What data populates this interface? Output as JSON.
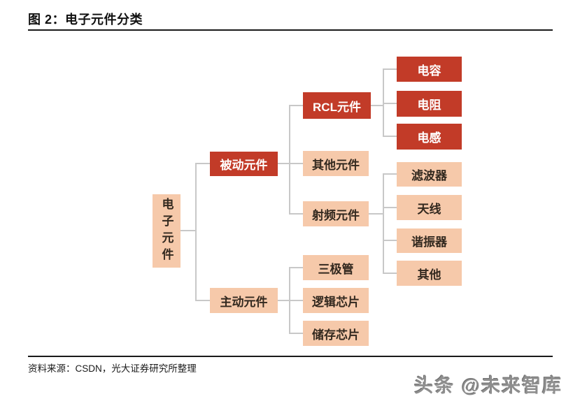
{
  "page": {
    "title": "图 2：电子元件分类",
    "source": "资料来源：CSDN，光大证券研究所整理",
    "watermark": "头条 @未来智库"
  },
  "colors": {
    "dark_red": "#C23B28",
    "peach": "#F6C9AA",
    "line_gray": "#C8C8C8",
    "text_on_red": "#FFFFFF",
    "text_on_peach": "#33291F",
    "rule_black": "#1A1A1A",
    "watermark_gray": "#8E8E8E"
  },
  "diagram": {
    "title": "电子元件分类",
    "nodes": [
      {
        "id": "root",
        "label": "电子元件",
        "variant": "peach",
        "parent": null
      },
      {
        "id": "passive",
        "label": "被动元件",
        "variant": "red",
        "parent": "root"
      },
      {
        "id": "active",
        "label": "主动元件",
        "variant": "peach",
        "parent": "root"
      },
      {
        "id": "rcl",
        "label": "RCL元件",
        "variant": "red",
        "parent": "passive"
      },
      {
        "id": "other-components",
        "label": "其他元件",
        "variant": "peach",
        "parent": "passive"
      },
      {
        "id": "rf-components",
        "label": "射频元件",
        "variant": "peach",
        "parent": "passive"
      },
      {
        "id": "transistor",
        "label": "三极管",
        "variant": "peach",
        "parent": "active"
      },
      {
        "id": "logic-chip",
        "label": "逻辑芯片",
        "variant": "peach",
        "parent": "active"
      },
      {
        "id": "memory-chip",
        "label": "储存芯片",
        "variant": "peach",
        "parent": "active"
      },
      {
        "id": "capacitor",
        "label": "电容",
        "variant": "red",
        "parent": "rcl"
      },
      {
        "id": "resistor",
        "label": "电阻",
        "variant": "red",
        "parent": "rcl"
      },
      {
        "id": "inductor",
        "label": "电感",
        "variant": "red",
        "parent": "rcl"
      },
      {
        "id": "filter",
        "label": "滤波器",
        "variant": "peach",
        "parent": "rf-components"
      },
      {
        "id": "antenna",
        "label": "天线",
        "variant": "peach",
        "parent": "rf-components"
      },
      {
        "id": "resonator",
        "label": "谐振器",
        "variant": "peach",
        "parent": "rf-components"
      },
      {
        "id": "other",
        "label": "其他",
        "variant": "peach",
        "parent": "rf-components"
      }
    ]
  }
}
